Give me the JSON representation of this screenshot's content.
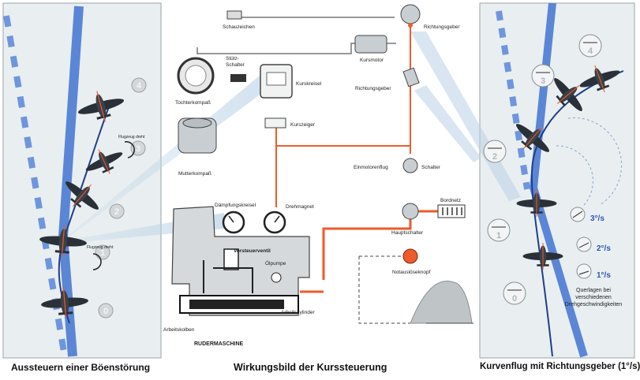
{
  "colors": {
    "panel": "#e9eef0",
    "route_blue": "#5b86d6",
    "dash_blue": "#6f95dc",
    "wire_red": "#ef5a2a",
    "wire_grey": "#777777",
    "beam": "#b9d2e6",
    "aircraft": "#2a3038",
    "device": "#c9ced2"
  },
  "left_panel": {
    "caption": "Aussteuern einer Böenstörung",
    "stages": [
      "4",
      "3",
      "2",
      "1",
      "0"
    ],
    "notes": [
      "Flugzeug dreht",
      "Flugzeug dreht"
    ]
  },
  "center": {
    "caption": "Wirkungsbild der Kurssteuerung",
    "labels": {
      "schauzeichen": "Schauzeichen",
      "richtungsgeber_top": "Richtungsgeber",
      "kursmotor": "Kursmotor",
      "richtungsgeber_mid": "Richtungsgeber",
      "stuetz_schalter": "Stütz-\nSchalter",
      "kurskreisel": "Kurskreisel",
      "tochterkompass": "Tochterkompaß",
      "kurszeiger": "Kurszeiger",
      "mutterkompass": "Mutterkompaß",
      "einmotorenflug": "Einmotorenflug",
      "schalter": "Schalter",
      "daempfungskreisel": "Dämpfungskreisel",
      "drehmagnet": "Drehmagnet",
      "bordnetz": "Bordnetz",
      "hauptschalter": "Hauptschalter",
      "vorsteuerventil": "Vorsteuerventil",
      "oelpumpe": "Ölpumpe",
      "notausloeseknopf": "Notauslöseknopf",
      "arbeitszylinder": "Arbeitszylinder",
      "arbeitskolben": "Arbeitskolben",
      "rudermaschine": "RUDERMASCHINE"
    }
  },
  "right_panel": {
    "caption": "Kurvenflug mit Richtungsgeber (1°/s)",
    "stages": [
      "4",
      "3",
      "2",
      "1",
      "0"
    ],
    "rates": [
      "3°/s",
      "2°/s",
      "1°/s"
    ],
    "note": "Querlagen bei\nverschiedenen\nDrehgeschwindigkeiten"
  }
}
